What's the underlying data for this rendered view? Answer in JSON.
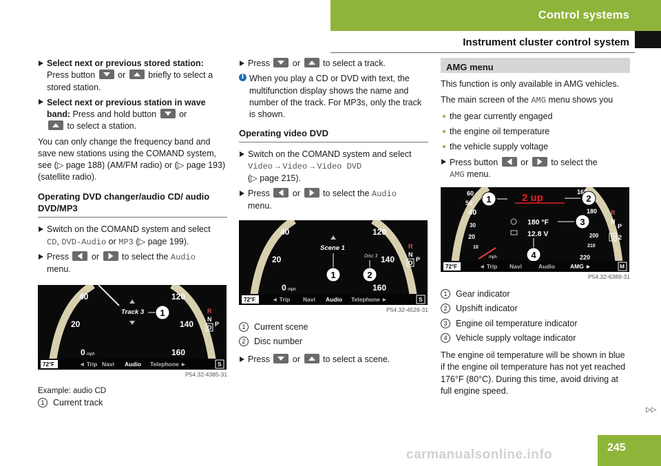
{
  "header": {
    "section": "Control systems",
    "subsection": "Instrument cluster control system"
  },
  "page_number": "245",
  "continue_mark": "▷▷",
  "watermark": "carmanualsonline.info",
  "col1": {
    "step1_bold": "Select next or previous stored station:",
    "step1_a": "Press button",
    "step1_or": "or",
    "step1_b": "briefly to select a stored station.",
    "step2_bold": "Select next or previous station in wave band:",
    "step2_a": "Press and hold button",
    "step2_or": "or",
    "step2_b": "to select a station.",
    "para": "You can only change the frequency band and save new stations using the COMAND system, see (▷ page 188) (AM/FM radio) or (▷ page 193) (satellite radio).",
    "section_title": "Operating DVD changer/audio CD/ audio DVD/MP3",
    "step3_a": "Switch on the COMAND system and select",
    "cd": "CD",
    "comma": ",",
    "dvdaudio": "DVD-Audio",
    "or": "or",
    "mp3": "MP3",
    "step3_b": "(▷ page 199).",
    "step4_a": "Press",
    "step4_or": "or",
    "step4_b": "to select the",
    "audio": "Audio",
    "menu": "menu.",
    "fig": {
      "scale": [
        "40",
        "20",
        "0",
        "120",
        "140",
        "160"
      ],
      "unit": "mph",
      "track": "Track 3",
      "callout": "1",
      "temp": "72°F",
      "tabs": [
        "◄ Trip",
        "Navi",
        "Audio",
        "Telephone ►"
      ],
      "right_letters": [
        "R",
        "N",
        "D"
      ],
      "s": "S",
      "p": "P",
      "code": "P54.32-4385-31"
    },
    "caption": "Example: audio CD",
    "legend": [
      {
        "n": "1",
        "text": "Current track"
      }
    ]
  },
  "col2": {
    "step1_a": "Press",
    "step1_or": "or",
    "step1_b": "to select a track.",
    "info": "When you play a CD or DVD with text, the multifunction display shows the name and number of the track. For MP3s, only the track is shown.",
    "section_title": "Operating video DVD",
    "step2_a": "Switch on the COMAND system and select",
    "video1": "Video",
    "arrow1": "→",
    "video2": "Video",
    "arrow2": "→",
    "videodvd": "Video DVD",
    "step2_b": "(▷ page 215).",
    "step3_a": "Press",
    "step3_or": "or",
    "step3_b": "to select the",
    "audio": "Audio",
    "menu": "menu.",
    "fig": {
      "scale": [
        "40",
        "20",
        "0",
        "120",
        "140",
        "160"
      ],
      "unit": "mph",
      "scene": "Scene 1",
      "disc": "Disc 3",
      "callouts": [
        "1",
        "2"
      ],
      "temp": "72°F",
      "tabs": [
        "◄ Trip",
        "Navi",
        "Audio",
        "Telephone ►"
      ],
      "right_letters": [
        "R",
        "N",
        "D"
      ],
      "s": "S",
      "p": "P",
      "code": "P54.32-4526-31"
    },
    "legend": [
      {
        "n": "1",
        "text": "Current scene"
      },
      {
        "n": "2",
        "text": "Disc number"
      }
    ],
    "step4_a": "Press",
    "step4_or": "or",
    "step4_b": "to select a scene."
  },
  "col3": {
    "box_title": "AMG menu",
    "para1": "This function is only available in AMG vehicles.",
    "para2_a": "The main screen of the",
    "amg": "AMG",
    "para2_b": "menu shows you",
    "bullets": [
      "the gear currently engaged",
      "the engine oil temperature",
      "the vehicle supply voltage"
    ],
    "step_a": "Press button",
    "step_or": "or",
    "step_b": "to select the",
    "amg2": "AMG",
    "menu": "menu.",
    "fig": {
      "scale_left": [
        "60",
        "50",
        "40",
        "30",
        "20",
        "10"
      ],
      "scale_right": [
        "160",
        "180",
        "200",
        "210",
        "220"
      ],
      "upshift": "2 up",
      "oil": "180 °F",
      "volt": "12.8 V",
      "unit": "mph",
      "callouts": [
        "1",
        "2",
        "3",
        "4"
      ],
      "temp": "72°F",
      "tabs": [
        "◄ Trip",
        "Navi",
        "Audio",
        "AMG ►"
      ],
      "right_letters": [
        "R",
        "N",
        "D"
      ],
      "gear": "2",
      "m": "M",
      "p": "P",
      "code": "P54.32-6389-31"
    },
    "legend": [
      {
        "n": "1",
        "text": "Gear indicator"
      },
      {
        "n": "2",
        "text": "Upshift indicator"
      },
      {
        "n": "3",
        "text": "Engine oil temperature indicator"
      },
      {
        "n": "4",
        "text": "Vehicle supply voltage indicator"
      }
    ],
    "para3": "The engine oil temperature will be shown in blue if the engine oil temperature has not yet reached 176°F (80°C). During this time, avoid driving at full engine speed."
  }
}
